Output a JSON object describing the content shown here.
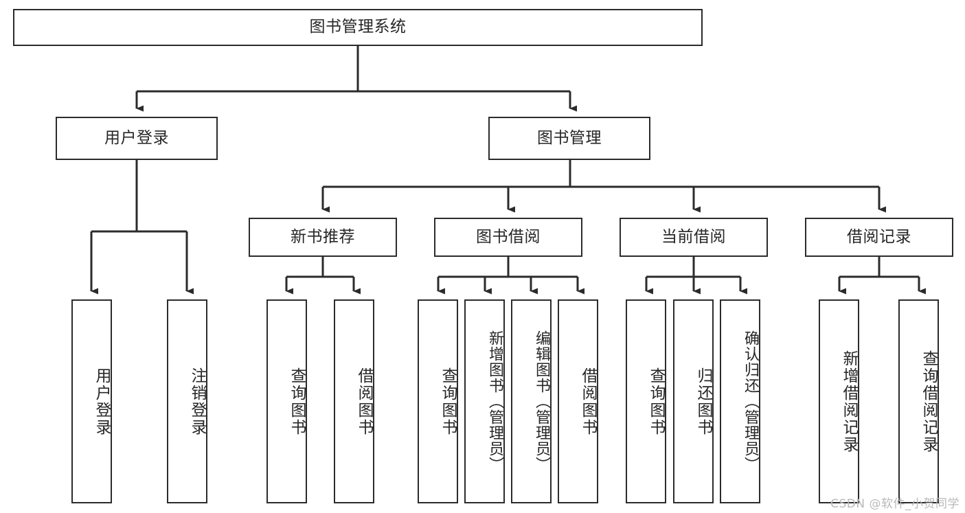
{
  "diagram": {
    "type": "tree",
    "title": "图书管理系统",
    "root": {
      "label": "图书管理系统"
    },
    "level2": [
      {
        "label": "用户登录"
      },
      {
        "label": "图书管理"
      }
    ],
    "level3": [
      {
        "label": "新书推荐"
      },
      {
        "label": "图书借阅"
      },
      {
        "label": "当前借阅"
      },
      {
        "label": "借阅记录"
      }
    ],
    "leaves": {
      "user_login": [
        {
          "label": "用户登录"
        },
        {
          "label": "注销登录"
        }
      ],
      "new_book": [
        {
          "label": "查询图书"
        },
        {
          "label": "借阅图书"
        }
      ],
      "borrow": [
        {
          "label": "查询图书"
        },
        {
          "label": "新增图书（管理员）"
        },
        {
          "label": "编辑图书（管理员）"
        },
        {
          "label": "借阅图书"
        }
      ],
      "current": [
        {
          "label": "查询图书"
        },
        {
          "label": "归还图书"
        },
        {
          "label": "确认归还（管理员）"
        }
      ],
      "records": [
        {
          "label": "新增借阅记录"
        },
        {
          "label": "查询借阅记录"
        }
      ]
    }
  },
  "watermark": {
    "text": "CSDN @软件_小贺同学"
  },
  "colors": {
    "stroke": "#2b2b2b",
    "background": "#ffffff",
    "text": "#262626",
    "watermark": "#b9b9b9"
  }
}
